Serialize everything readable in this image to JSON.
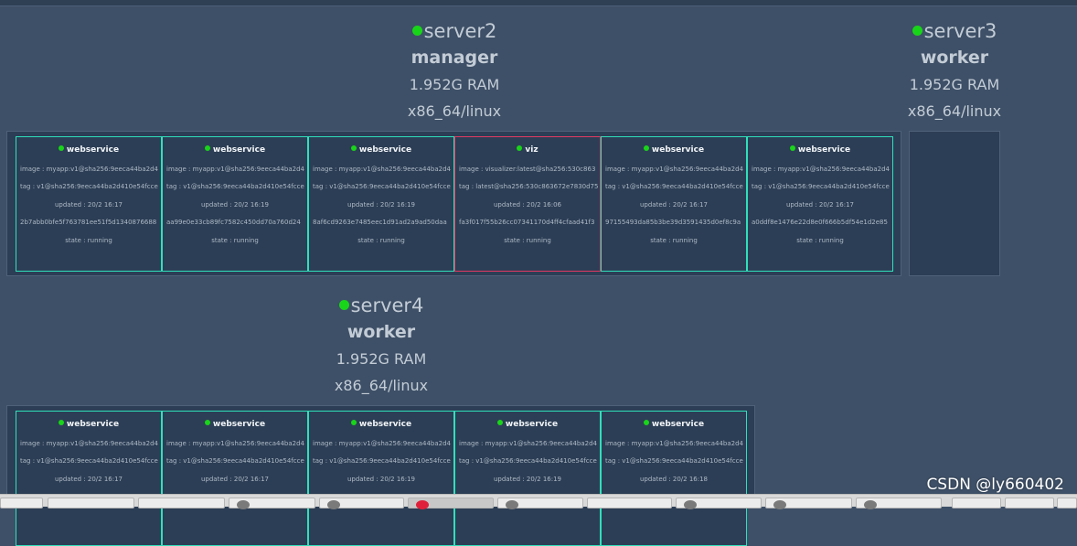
{
  "nodes": {
    "server2": {
      "name": "server2",
      "role": "manager",
      "ram": "1.952G RAM",
      "arch": "x86_64/linux",
      "tasks": [
        {
          "service": "webservice",
          "image": "image : myapp:v1@sha256:9eeca44ba2d4",
          "tag": "tag : v1@sha256:9eeca44ba2d410e54fcce",
          "updated": "updated : 20/2 16:17",
          "id": "2b7abb0bfe5f763781ee51f5d1340876688",
          "state": "state : running"
        },
        {
          "service": "webservice",
          "image": "image : myapp:v1@sha256:9eeca44ba2d4",
          "tag": "tag : v1@sha256:9eeca44ba2d410e54fcce",
          "updated": "updated : 20/2 16:19",
          "id": "aa99e0e33cb89fc7582c450dd70a760d24",
          "state": "state : running"
        },
        {
          "service": "webservice",
          "image": "image : myapp:v1@sha256:9eeca44ba2d4",
          "tag": "tag : v1@sha256:9eeca44ba2d410e54fcce",
          "updated": "updated : 20/2 16:19",
          "id": "8af6cd9263e7485eec1d91ad2a9ad50daa",
          "state": "state : running"
        },
        {
          "service": "viz",
          "image": "image : visualizer:latest@sha256:530c863",
          "tag": "tag : latest@sha256:530c863672e7830d75",
          "updated": "updated : 20/2 16:06",
          "id": "fa3f017f55b26cc07341170d4ff4cfaad41f3",
          "state": "state : running"
        },
        {
          "service": "webservice",
          "image": "image : myapp:v1@sha256:9eeca44ba2d4",
          "tag": "tag : v1@sha256:9eeca44ba2d410e54fcce",
          "updated": "updated : 20/2 16:17",
          "id": "97155493da85b3be39d3591435d0ef8c9a",
          "state": "state : running"
        },
        {
          "service": "webservice",
          "image": "image : myapp:v1@sha256:9eeca44ba2d4",
          "tag": "tag : v1@sha256:9eeca44ba2d410e54fcce",
          "updated": "updated : 20/2 16:17",
          "id": "a0ddf8e1476e22d8e0f666b5df54e1d2e85",
          "state": "state : running"
        }
      ]
    },
    "server3": {
      "name": "server3",
      "role": "worker",
      "ram": "1.952G RAM",
      "arch": "x86_64/linux",
      "tasks": []
    },
    "server4": {
      "name": "server4",
      "role": "worker",
      "ram": "1.952G RAM",
      "arch": "x86_64/linux",
      "tasks": [
        {
          "service": "webservice",
          "image": "image : myapp:v1@sha256:9eeca44ba2d4",
          "tag": "tag : v1@sha256:9eeca44ba2d410e54fcce",
          "updated": "updated : 20/2 16:17"
        },
        {
          "service": "webservice",
          "image": "image : myapp:v1@sha256:9eeca44ba2d4",
          "tag": "tag : v1@sha256:9eeca44ba2d410e54fcce",
          "updated": "updated : 20/2 16:17"
        },
        {
          "service": "webservice",
          "image": "image : myapp:v1@sha256:9eeca44ba2d4",
          "tag": "tag : v1@sha256:9eeca44ba2d410e54fcce",
          "updated": "updated : 20/2 16:19"
        },
        {
          "service": "webservice",
          "image": "image : myapp:v1@sha256:9eeca44ba2d4",
          "tag": "tag : v1@sha256:9eeca44ba2d410e54fcce",
          "updated": "updated : 20/2 16:19"
        },
        {
          "service": "webservice",
          "image": "image : myapp:v1@sha256:9eeca44ba2d4",
          "tag": "tag : v1@sha256:9eeca44ba2d410e54fcce",
          "updated": "updated : 20/2 16:18"
        }
      ]
    }
  },
  "colors": {
    "background": "#3e5067",
    "panel": "#2c3e55",
    "status_ok": "#19d519",
    "task_border": "#30e0bb",
    "viz_border": "#e23a63"
  },
  "watermark": "CSDN @ly660402"
}
